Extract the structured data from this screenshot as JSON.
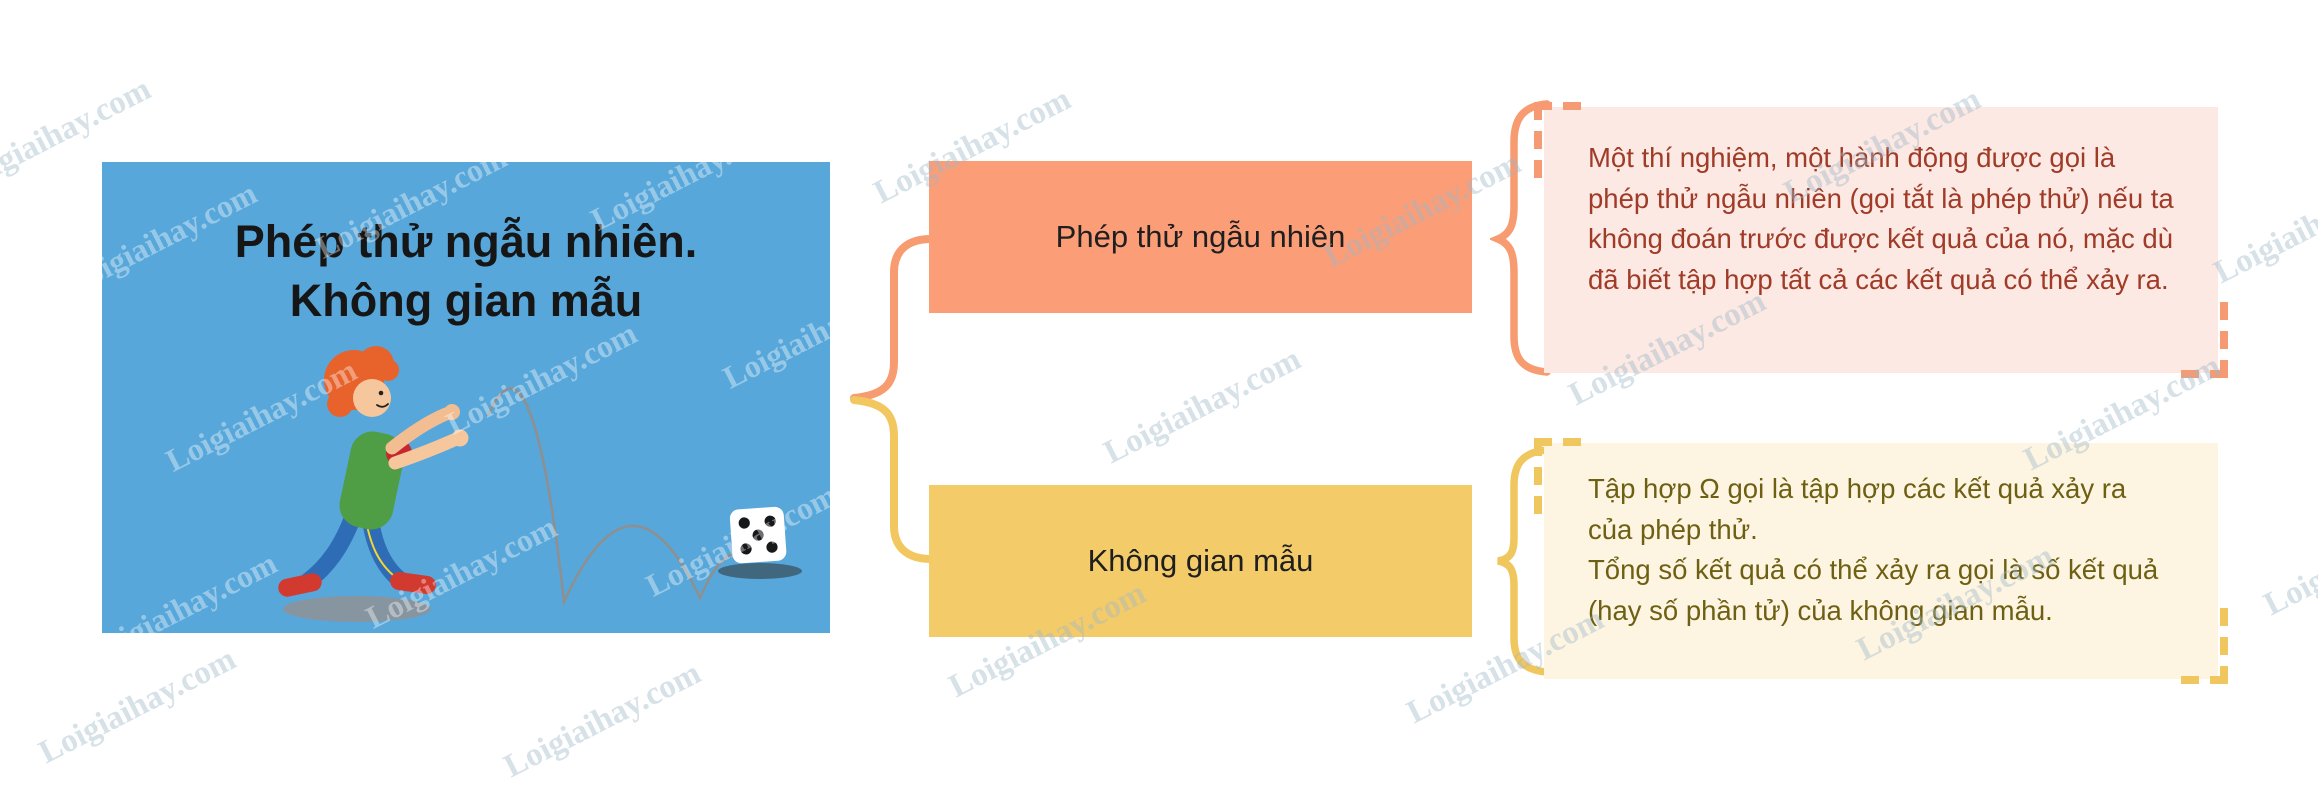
{
  "watermark": {
    "text": "Loigiaihay.com"
  },
  "root": {
    "title_lines": [
      "Phép thử ngẫu nhiên.",
      "Không gian mẫu"
    ],
    "panel_color": "#57a7da",
    "illustration": {
      "name": "boy-throwing-dice",
      "dice_face": 5
    }
  },
  "branches": [
    {
      "label": "Phép thử ngẫu nhiên",
      "node_color": "#fb9e78",
      "brace_color": "#f79b70",
      "definition_bg": "#fce9e3",
      "definition_text_color": "#a03b28",
      "definition_lines": [
        "Một thí nghiệm, một hành động được gọi là phép thử ngẫu nhiên (gọi tắt là phép thử) nếu ta không đoán trước được kết quả của nó, mặc dù đã biết tập hợp tất cả các kết quả có thể xảy ra."
      ]
    },
    {
      "label": "Không gian mẫu",
      "node_color": "#f3cb69",
      "brace_color": "#f0c75e",
      "definition_bg": "#fdf4e2",
      "definition_text_color": "#6e6012",
      "definition_lines": [
        "Tập hợp Ω gọi là tập hợp các kết quả xảy ra của phép thử.",
        "Tổng số kết quả có thể xảy ra gọi là số kết quả (hay số phần tử) của không gian mẫu."
      ]
    }
  ]
}
